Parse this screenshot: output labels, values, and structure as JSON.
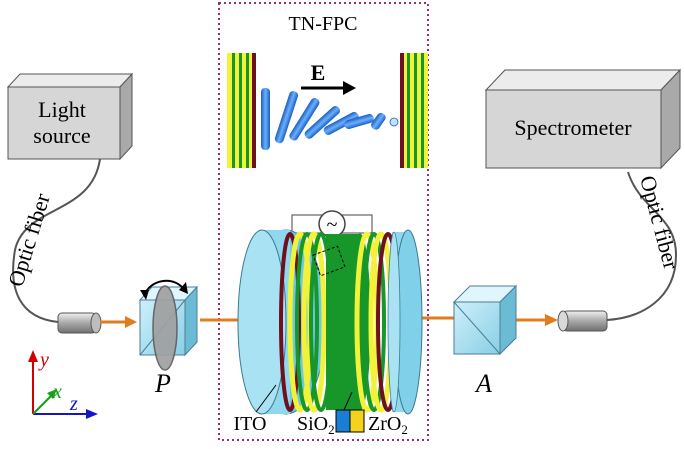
{
  "title": "TN-FPC",
  "field_label": "E",
  "light_source_line1": "Light",
  "light_source_line2": "source",
  "spectrometer_label": "Spectrometer",
  "fiber_left_label": "Optic fiber",
  "fiber_right_label": "Optic fiber",
  "polarizer_label": "P",
  "analyzer_label": "A",
  "ito_label": "ITO",
  "sio2_label": "SiO",
  "sio2_sub": "2",
  "zro2_label": "ZrO",
  "zro2_sub": "2",
  "ac_source_symbol": "~",
  "axes": {
    "y": "y",
    "x": "x",
    "z": "z"
  },
  "colors": {
    "frame": "#9c2a6e",
    "beam": "#e07b1f",
    "cell_blue": "#8fd8ee",
    "cell_dark": "#6e1020",
    "layer_green": "#17962a",
    "layer_yellow": "#f2f23a",
    "sio2_legend": "#1a7fd4",
    "zro2_legend": "#f5d21c",
    "box_gray": "#d6d6d6",
    "axis_y": "#d40000",
    "axis_x": "#15a015",
    "axis_z": "#1515c8"
  }
}
